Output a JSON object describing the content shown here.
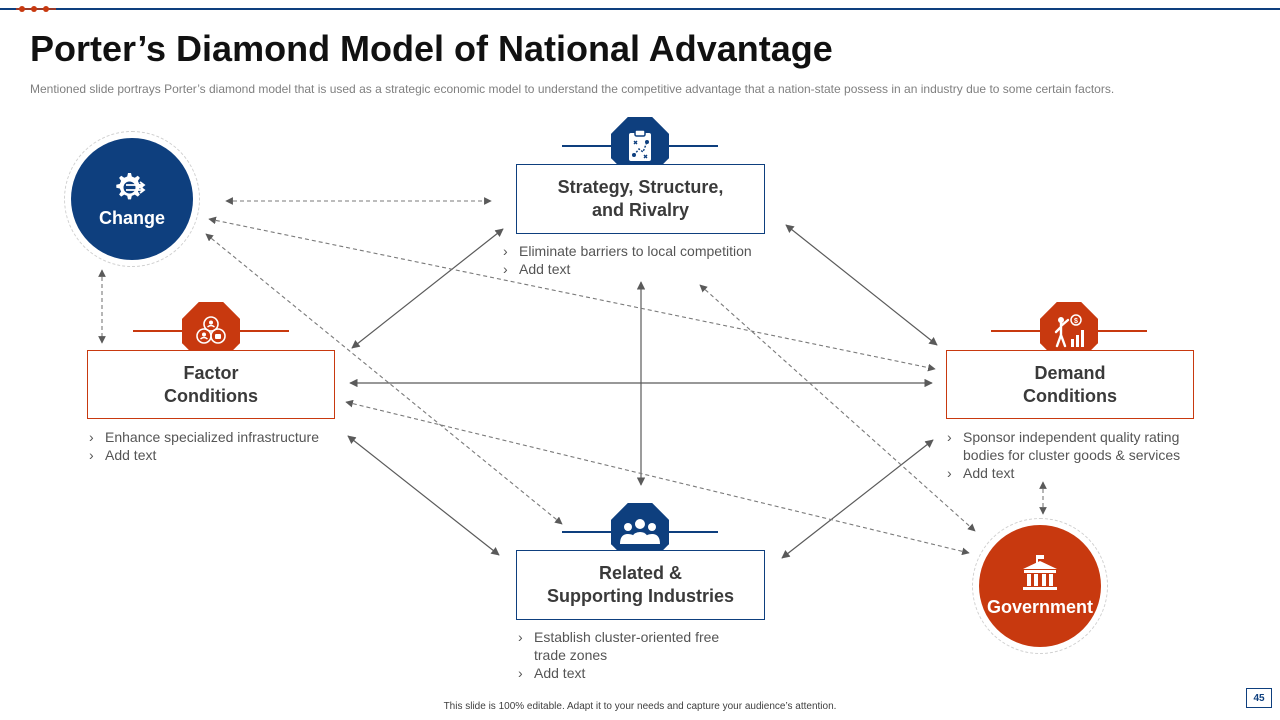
{
  "slide": {
    "title": "Porter’s Diamond Model of National Advantage",
    "subtitle": "Mentioned slide portrays Porter’s diamond model that is used as a strategic economic model to understand the competitive advantage  that a nation-state possess in an industry due to some certain factors.",
    "footer": "This slide is 100% editable. Adapt it to your needs and capture your audience’s attention.",
    "page_number": "45"
  },
  "colors": {
    "blue": "#0e3f7e",
    "red": "#c8390f",
    "arrow": "#5a5a5a"
  },
  "nodes": {
    "strategy": {
      "label_line1": "Strategy, Structure,",
      "label_line2": "and Rivalry",
      "icon": "strategy-clipboard-icon",
      "bullets": [
        "Eliminate barriers to local competition",
        "Add text"
      ]
    },
    "factor": {
      "label_line1": "Factor",
      "label_line2": "Conditions",
      "icon": "people-network-icon",
      "bullets": [
        "Enhance specialized infrastructure",
        "Add text"
      ]
    },
    "demand": {
      "label_line1": "Demand",
      "label_line2": "Conditions",
      "icon": "growth-chart-person-icon",
      "bullets": [
        "Sponsor independent quality rating bodies for cluster goods & services",
        "Add text"
      ]
    },
    "related": {
      "label_line1": "Related &",
      "label_line2": "Supporting Industries",
      "icon": "group-icon",
      "bullets": [
        "Establish cluster-oriented free trade zones",
        "Add text"
      ]
    },
    "change": {
      "label": "Change",
      "icon": "gear-arrows-icon"
    },
    "government": {
      "label": "Government",
      "icon": "bank-building-icon"
    }
  }
}
